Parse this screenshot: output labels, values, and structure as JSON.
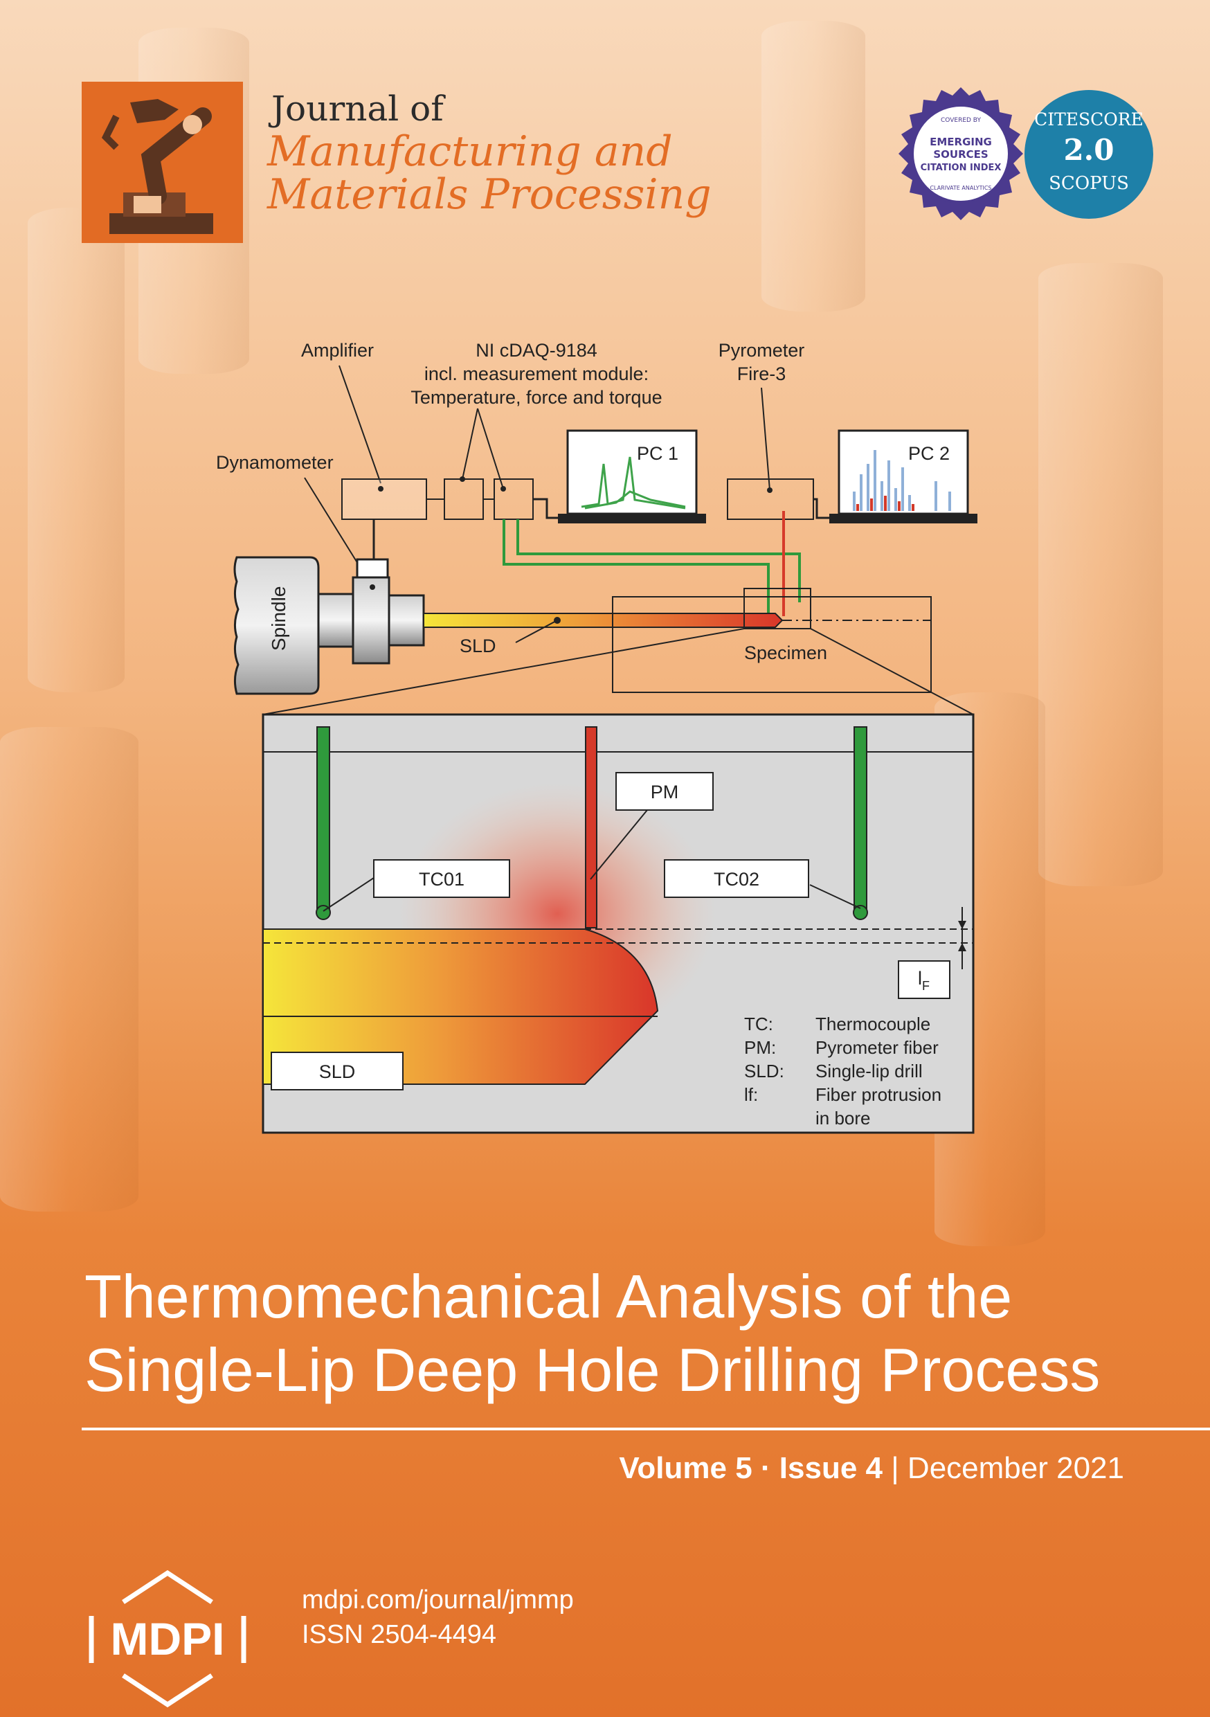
{
  "journal": {
    "title_line1": "Journal of",
    "title_line2": "Manufacturing and",
    "title_line3": "Materials Processing"
  },
  "badges": {
    "esci": {
      "top": "COVERED BY",
      "line1": "EMERGING",
      "line2": "SOURCES",
      "line3": "CITATION INDEX",
      "bottom": "CLARIVATE ANALYTICS"
    },
    "citescore": {
      "label": "CITESCORE",
      "value": "2.0",
      "source": "SCOPUS"
    }
  },
  "diagram": {
    "amplifier": "Amplifier",
    "daq_line1": "NI cDAQ-9184",
    "daq_line2": "incl. measurement module:",
    "daq_line3": "Temperature, force and torque",
    "pyrometer_line1": "Pyrometer",
    "pyrometer_line2": "Fire-3",
    "dynamometer": "Dynamometer",
    "pc1": "PC 1",
    "pc2": "PC 2",
    "spindle": "Spindle",
    "sld": "SLD",
    "specimen": "Specimen",
    "pm": "PM",
    "tc01": "TC01",
    "tc02": "TC02",
    "lf": "l",
    "lf_sub": "F",
    "sld_box": "SLD",
    "legend": [
      {
        "abbr": "TC:",
        "desc": "Thermocouple"
      },
      {
        "abbr": "PM:",
        "desc": "Pyrometer fiber"
      },
      {
        "abbr": "SLD:",
        "desc": "Single-lip drill"
      },
      {
        "abbr": "lf:",
        "desc": "Fiber protrusion"
      },
      {
        "abbr": "",
        "desc": "in bore"
      }
    ],
    "colors": {
      "tc": "#2f9a3c",
      "pm": "#d63a2a",
      "drill_start": "#f5e53a",
      "drill_end": "#d9362a"
    }
  },
  "article": {
    "title_line1": "Thermomechanical Analysis of the",
    "title_line2": "Single-Lip Deep Hole Drilling Process"
  },
  "issue": {
    "volume": "Volume 5",
    "separator": "·",
    "issue": "Issue 4",
    "divider": "|",
    "date": "December 2021"
  },
  "publisher": {
    "name": "MDPI",
    "url": "mdpi.com/journal/jmmp",
    "issn": "ISSN 2504-4494"
  }
}
